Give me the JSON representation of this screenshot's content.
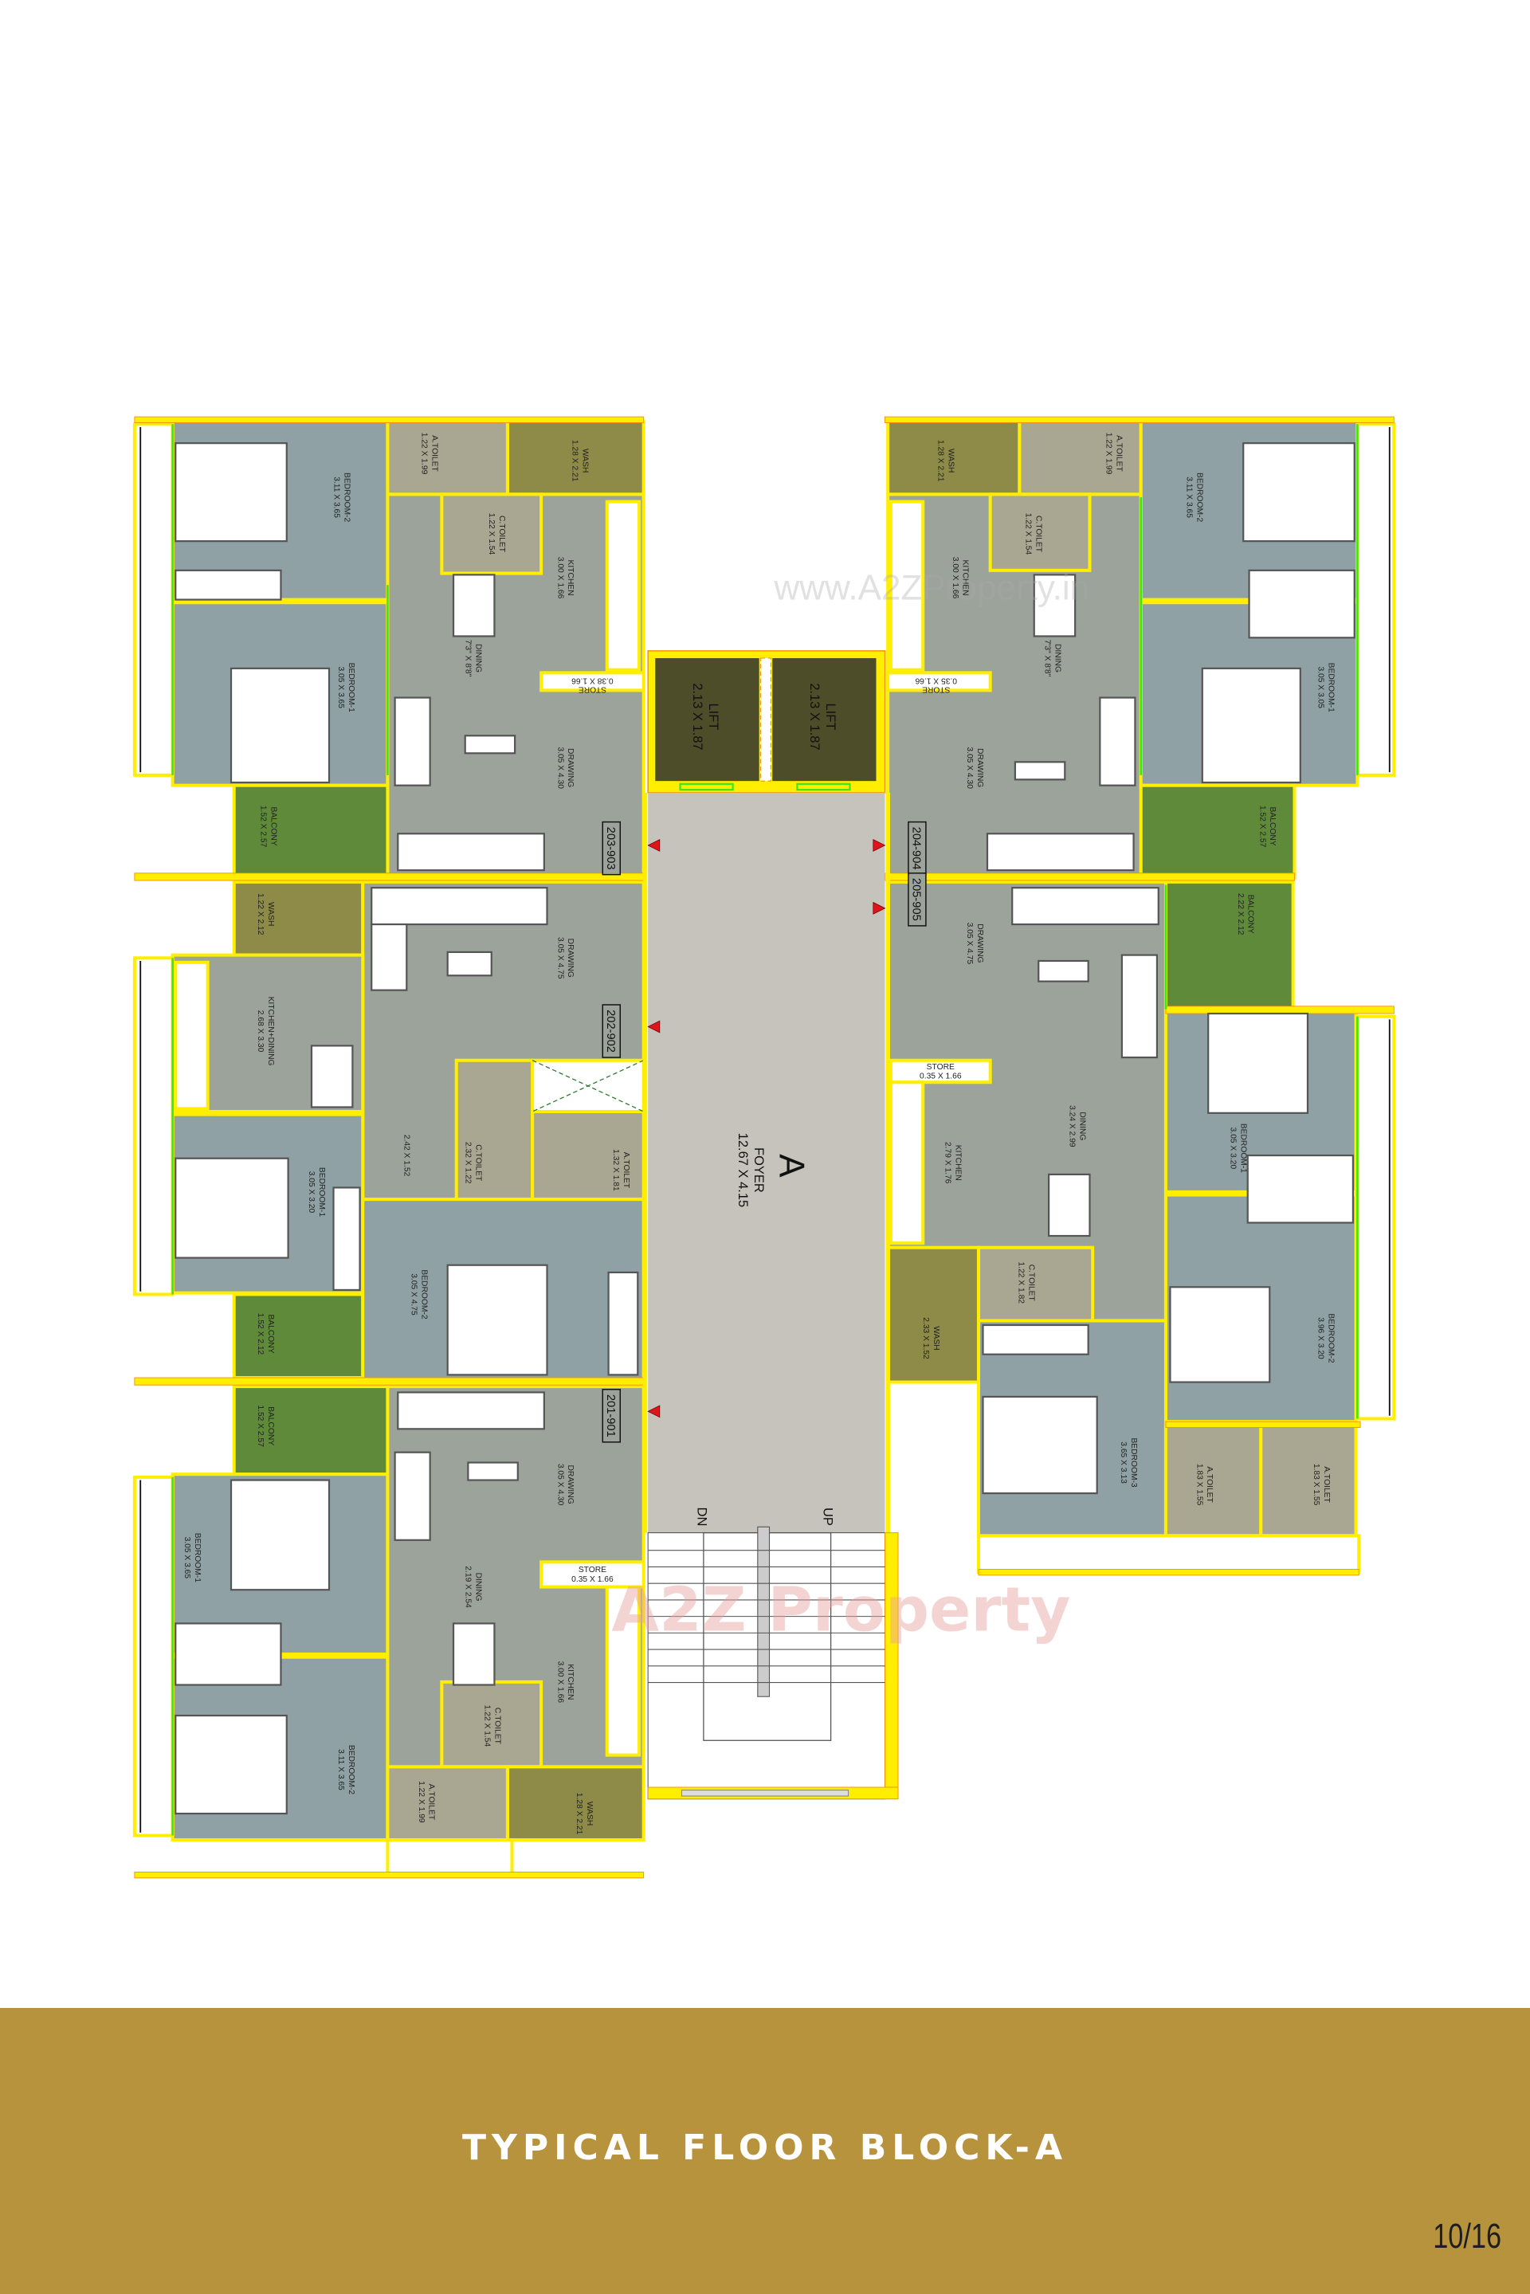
{
  "units": {
    "u203": {
      "tag": "203-903",
      "rooms": {
        "bedroom2": {
          "name": "BEDROOM-2",
          "dims": "3.11 X 3.65"
        },
        "bedroom1": {
          "name": "BEDROOM-1",
          "dims": "3.05 X 3.65"
        },
        "a_toilet": {
          "name": "A.TOILET",
          "dims": "1.22 X 1.99"
        },
        "wash": {
          "name": "WASH",
          "dims": "1.28 X 2.21"
        },
        "c_toilet": {
          "name": "C.TOILET",
          "dims": "1.22 X 1.54"
        },
        "kitchen": {
          "name": "KITCHEN",
          "dims": "3.00 X 1.66"
        },
        "dining": {
          "name": "DINING",
          "dims": "7'3\" X 8'8\""
        },
        "store": {
          "name": "STORE",
          "dims": "0.38 X 1.66"
        },
        "drawing": {
          "name": "DRAWING",
          "dims": "3.05 X 4.30"
        },
        "balcony": {
          "name": "BALCONY",
          "dims": "1.52 X 2.57"
        }
      }
    },
    "u202": {
      "tag": "202-902",
      "rooms": {
        "wash": {
          "name": "WASH",
          "dims": "1.22 X 2.12"
        },
        "kitchen_dining": {
          "name": "KITCHEN+DINING",
          "dims": "2.68 X 3.30"
        },
        "drawing": {
          "name": "DRAWING",
          "dims": "3.05 X 4.75"
        },
        "passage": {
          "dims": "2.42 X 1.52"
        },
        "c_toilet": {
          "name": "C.TOILET",
          "dims": "2.32 X 1.22"
        },
        "a_toilet": {
          "name": "A.TOILET",
          "dims": "1.32 X 1.81"
        },
        "bedroom1": {
          "name": "BEDROOM-1",
          "dims": "3.05 X 3.20"
        },
        "bedroom2": {
          "name": "BEDROOM-2",
          "dims": "3.05 X 4.75"
        },
        "balcony": {
          "name": "BALCONY",
          "dims": "1.52 X 2.12"
        }
      }
    },
    "u201": {
      "tag": "201-901",
      "rooms": {
        "balcony": {
          "name": "BALCONY",
          "dims": "1.52 X 2.57"
        },
        "drawing": {
          "name": "DRAWING",
          "dims": "3.05 X 4.30"
        },
        "store": {
          "name": "STORE",
          "dims": "0.35 X 1.66"
        },
        "dining": {
          "name": "DINING",
          "dims": "2.19 X 2.54"
        },
        "kitchen": {
          "name": "KITCHEN",
          "dims": "3.00 X 1.66"
        },
        "bedroom1": {
          "name": "BEDROOM-1",
          "dims": "3.05 X 3.65"
        },
        "bedroom2": {
          "name": "BEDROOM-2",
          "dims": "3.11 X 3.65"
        },
        "c_toilet": {
          "name": "C.TOILET",
          "dims": "1.22 X 1.54"
        },
        "a_toilet": {
          "name": "A.TOILET",
          "dims": "1.22 X 1.99"
        },
        "wash": {
          "name": "WASH",
          "dims": "1.28 X 2.21"
        }
      }
    },
    "u204": {
      "tag": "204-904",
      "rooms": {
        "wash": {
          "name": "WASH",
          "dims": "1.28 X 2.21"
        },
        "a_toilet": {
          "name": "A.TOILET",
          "dims": "1.22 X 1.99"
        },
        "c_toilet": {
          "name": "C.TOILET",
          "dims": "1.22 X 1.54"
        },
        "kitchen": {
          "name": "KITCHEN",
          "dims": "3.00 X 1.66"
        },
        "dining": {
          "name": "DINING",
          "dims": "7'3\" X 8'8\""
        },
        "store": {
          "name": "STORE",
          "dims": "0.35 X 1.66"
        },
        "drawing": {
          "name": "DRAWING",
          "dims": "3.05 X 4.30"
        },
        "bedroom2": {
          "name": "BEDROOM-2",
          "dims": "3.11 X 3.65"
        },
        "bedroom1": {
          "name": "BEDROOM-1",
          "dims": "3.05 X 3.05"
        },
        "balcony": {
          "name": "BALCONY",
          "dims": "1.52 X 2.57"
        }
      }
    },
    "u205": {
      "tag": "205-905",
      "rooms": {
        "drawing": {
          "name": "DRAWING",
          "dims": "3.05 X 4.75"
        },
        "balcony": {
          "name": "BALCONY",
          "dims": "2.22 X 2.12"
        },
        "store": {
          "name": "STORE",
          "dims": "0.35 X 1.66"
        },
        "kitchen": {
          "name": "KITCHEN",
          "dims": "2.79 X 1.76"
        },
        "dining": {
          "name": "DINING",
          "dims": "3.24 X 2.99"
        },
        "bedroom1": {
          "name": "BEDROOM-1",
          "dims": "3.05 X 3.20"
        },
        "bedroom2": {
          "name": "BEDROOM-2",
          "dims": "3.96 X 3.20"
        },
        "wash": {
          "name": "WASH",
          "dims": "2.33 X 1.52"
        },
        "c_toilet": {
          "name": "C.TOILET",
          "dims": "1.22 X 1.82"
        },
        "bedroom3": {
          "name": "BEDROOM-3",
          "dims": "3.65 X 3.13"
        },
        "a_toilet1": {
          "name": "A.TOILET",
          "dims": "1.83 X 1.55"
        },
        "a_toilet2": {
          "name": "A.TOILET",
          "dims": "1.83 X 1.55"
        }
      }
    }
  },
  "core": {
    "lift1": {
      "name": "LIFT",
      "dims": "2.13 X 1.87"
    },
    "lift2": {
      "name": "LIFT",
      "dims": "2.13 X 1.87"
    },
    "foyer": {
      "letter": "A",
      "name": "FOYER",
      "dims": "12.67 X 4.15"
    },
    "stairs": {
      "down": "DN",
      "up": "UP"
    }
  },
  "watermark": {
    "url": "www.A2ZProperty.in",
    "logo": "A2Z Property"
  },
  "footer": {
    "title": "TYPICAL FLOOR BLOCK-A",
    "page": "10/16"
  },
  "colors": {
    "bedroom": "#8FA1A4",
    "living": "#9BA39B",
    "toilet": "#A9A692",
    "wash": "#8E8A47",
    "balcony": "#5E8A3A",
    "foyer": "#C6C2BC",
    "lift": "#4E4D2A",
    "wall": "#FFEE00",
    "wall_edge": "#F39200",
    "window": "#39E81A",
    "door_marker": "#E0141B",
    "footer_band": "#B8933D"
  }
}
